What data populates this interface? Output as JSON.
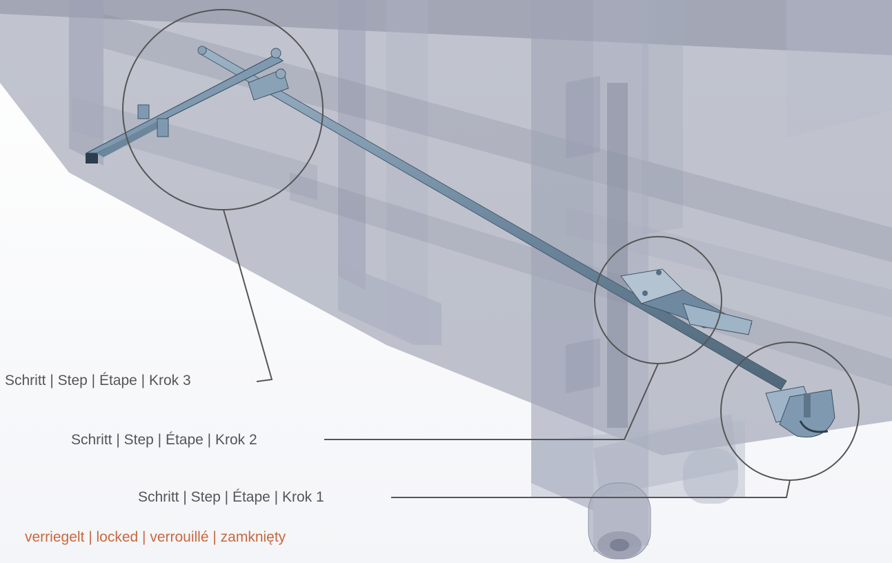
{
  "callouts": {
    "step_3": "Schritt | Step | Étape | Krok 3",
    "step_2": "Schritt | Step | Étape | Krok 2",
    "step_1": "Schritt | Step | Étape | Krok 1"
  },
  "status": {
    "text": "verriegelt | locked | verrouillé | zamknięty",
    "color": "#c8683f"
  },
  "colors": {
    "label": "#555555",
    "leader_line": "#555555",
    "container_panel": "#8e93a6",
    "bolt_part": "#7f9ab0"
  }
}
